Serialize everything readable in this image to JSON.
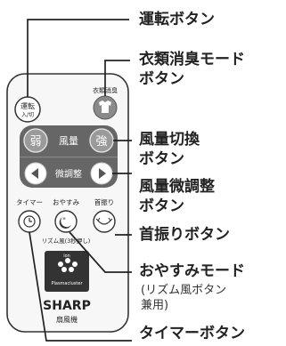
{
  "remote": {
    "power_line1": "運転",
    "power_line2": "入/切",
    "deodorize": "衣類消臭",
    "weak": "弱",
    "fan": "風量",
    "strong": "強",
    "fine_adjust": "微調整",
    "timer": "タイマー",
    "sleep": "おやすみ",
    "swing": "首振り",
    "rhythm": "リズム風(3秒押し)",
    "ion_top": "ion",
    "ion_bottom": "Plasmacluster",
    "brand": "SHARP",
    "product": "扇風機"
  },
  "callouts": {
    "power": "運転ボタン",
    "deodorize_1": "衣類消臭モード",
    "deodorize_2": "ボタン",
    "fan_1": "風量切換",
    "fan_2": "ボタン",
    "fine_1": "風量微調整",
    "fine_2": "ボタン",
    "swing": "首振りボタン",
    "sleep": "おやすみモード",
    "sleep_note_1": "(リズム風ボタン",
    "sleep_note_2": "兼用)",
    "timer": "タイマーボタン"
  },
  "colors": {
    "remote_body": "#f7f7f7",
    "panel": "#666666",
    "button_gray": "#8a8a8a",
    "line": "#222222"
  }
}
